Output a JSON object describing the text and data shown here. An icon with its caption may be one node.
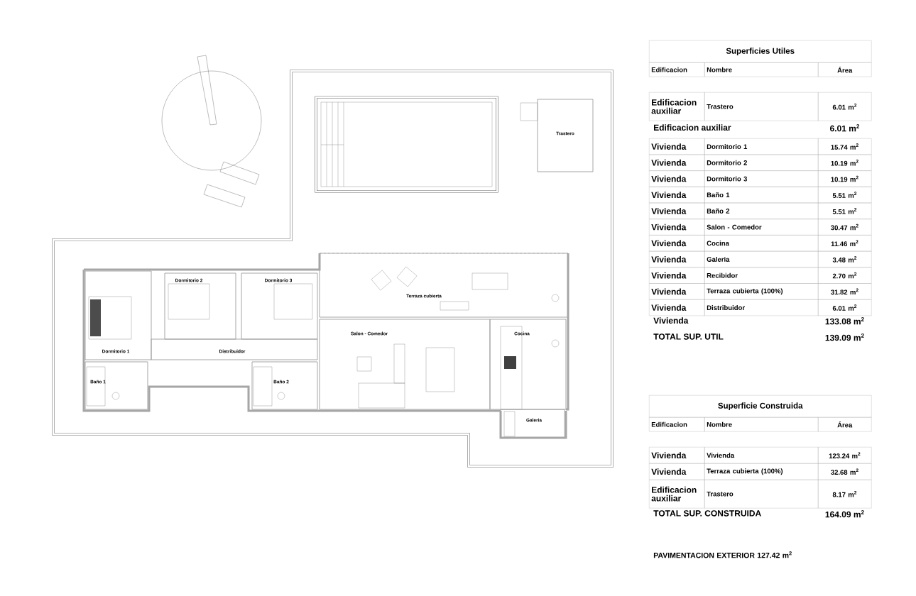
{
  "diagram": {
    "nodes": [
      {
        "text": [
          "Trastero"
        ]
      },
      {
        "text": [
          "Terraza cubierta"
        ]
      },
      {
        "text": [
          "Dormitorio 2"
        ]
      },
      {
        "text": [
          "Dormitorio 3"
        ]
      },
      {
        "text": [
          "Dormitorio 1"
        ]
      },
      {
        "text": [
          "Distribuidor"
        ]
      },
      {
        "text": [
          "Salon - Comedor"
        ]
      },
      {
        "text": [
          "Cocina"
        ]
      },
      {
        "text": [
          "Baño 1"
        ]
      },
      {
        "text": [
          "Baño 2"
        ]
      },
      {
        "text": [
          "Galeria"
        ]
      }
    ],
    "labels": [
      "Superficies Utiles",
      "Edificacion",
      "Nombre",
      "Área",
      "Edificacion auxiliar",
      "Trastero",
      "6.01 m$^{2}$",
      "Edificacion auxiliar",
      "6.01 m$^{2}$",
      "Vivienda",
      "Dormitorio 1",
      "15.74 m$^{2}$",
      "Vivienda",
      "Dormitorio 2",
      "10.19 m$^{2}$",
      "Vivienda",
      "Dormitorio 3",
      "10.19 m$^{2}$",
      "Vivienda",
      "Baño 1",
      "5.51 m$^{2}$",
      "Vivienda",
      "Baño 2",
      "5.51 m$^{2}$",
      "Vivienda",
      "Salon - Comedor",
      "30.47 m$^{2}$",
      "Vivienda",
      "Cocina",
      "11.46 m$^{2}$",
      "Vivienda",
      "Galeria",
      "3.48 m$^{2}$",
      "Vivienda",
      "Recibidor",
      "2.70 m$^{2}$",
      "Vivienda",
      "Terraza cubierta (100%)",
      "31.82 m$^{2}$",
      "Vivienda",
      "Distribuidor",
      "6.01 m$^{2}$",
      "Vivienda",
      "133.08 m$^{2}$",
      "TOTAL SUP. UTIL",
      "139.09 m$^{2}$",
      "Superficie Construida",
      "Edificacion",
      "Nombre",
      "Área",
      "Vivienda",
      "Vivienda",
      "123.24 m$^{2}$",
      "Vivienda",
      "Terraza cubierta (100%)",
      "32.68 m$^{2}$",
      "Edificacion auxiliar",
      "Trastero",
      "8.17 m$^{2}$",
      "TOTAL SUP. CONSTRUIDA",
      "164.09 m$^{2}$",
      "PAVIMENTACION EXTERIOR 127.42 m$^{2}$"
    ]
  }
}
